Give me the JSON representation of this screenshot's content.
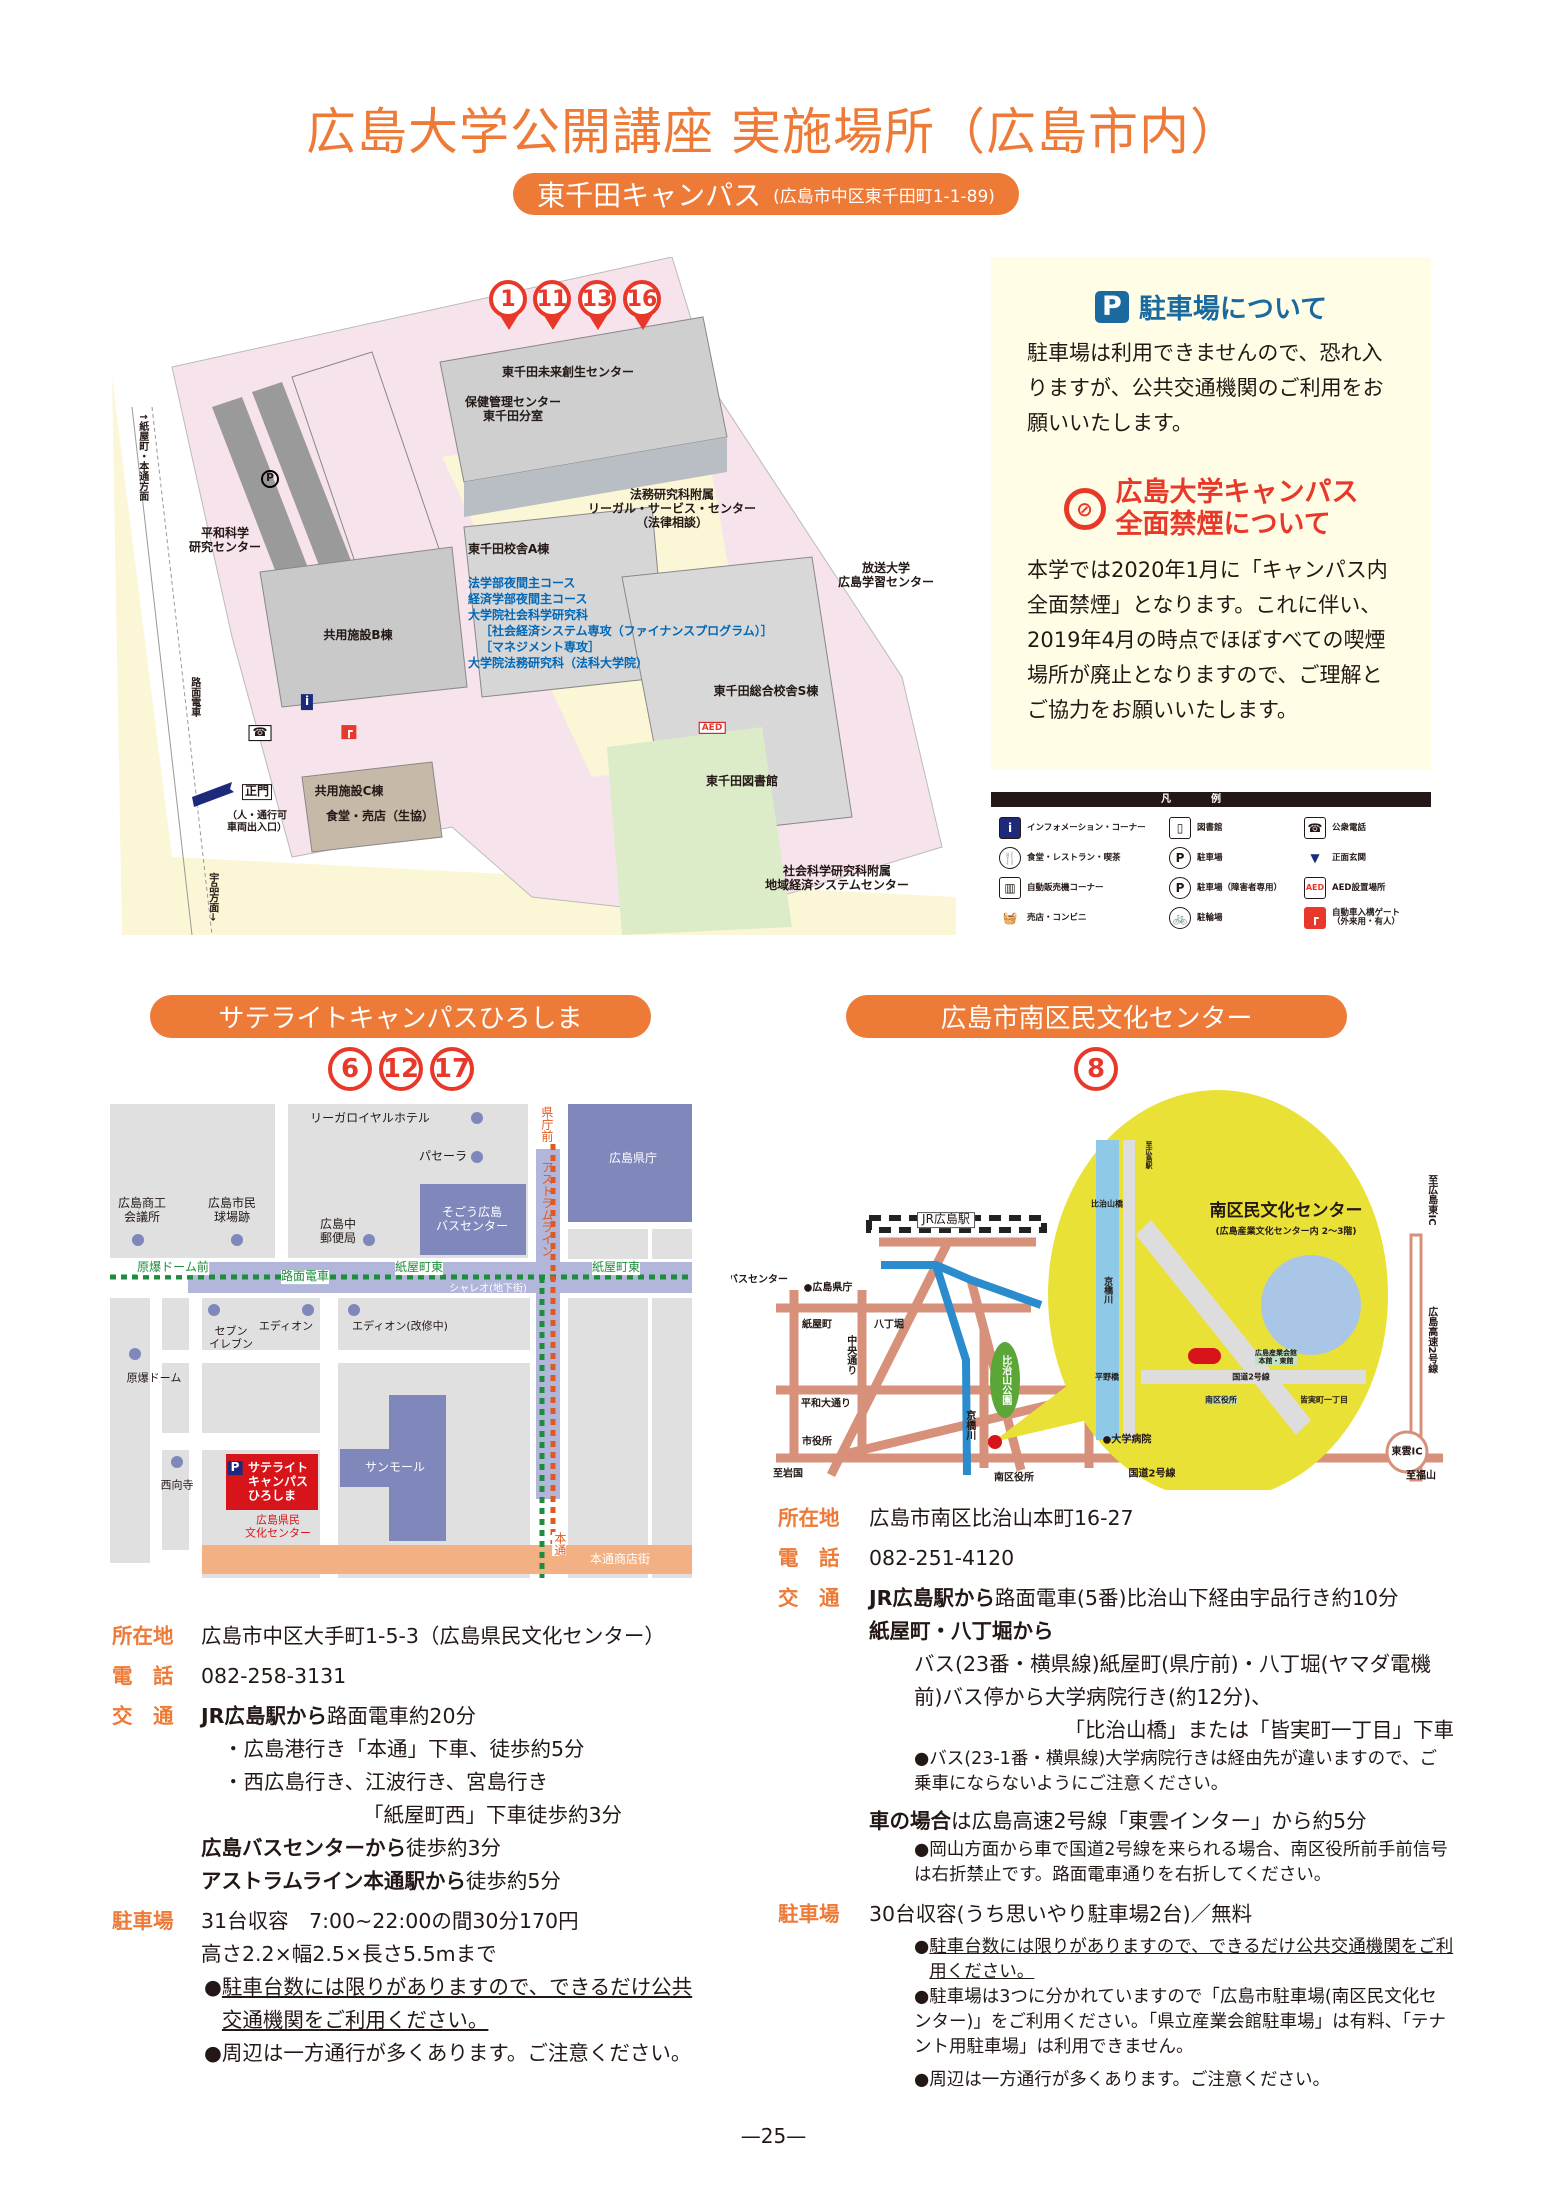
{
  "page_title": "広島大学公開講座 実施場所（広島市内）",
  "colors": {
    "accent": "#ee7a37",
    "pin_red": "#e8382a",
    "parking_blue": "#1a6aa0",
    "info_bg": "#fffde6"
  },
  "higashisenda": {
    "campus_name": "東千田キャンパス",
    "address": "(広島市中区東千田町1-1-89)",
    "pins": [
      "1",
      "11",
      "13",
      "16"
    ],
    "map_labels": {
      "mirai": "東千田未来創生センター",
      "hoken": "保健管理センター\n東千田分室",
      "legal": "法務研究科附属\nリーガル・サービス・センター\n（法律相談）",
      "heiwa": "平和科学\n研究センター",
      "a_building": "東千田校舎A棟",
      "a_courses": [
        "法学部夜間主コース",
        "経済学部夜間主コース",
        "大学院社会科学研究科",
        "［社会経済システム専攻（ファイナンスプログラム）］",
        "［マネジメント専攻］",
        "大学院法務研究科（法科大学院）"
      ],
      "houso": "放送大学\n広島学習センター",
      "b_building": "共用施設B棟",
      "s_building": "東千田総合校舎S棟",
      "library": "東千田図書館",
      "c_building": "共用施設C棟",
      "cafeteria": "食堂・売店（生協）",
      "main_gate": "正門",
      "gate_note": "（人・通行可\n車両出入口）",
      "regional": "社会科学研究科附属\n地域経済システムセンター",
      "road_north": "↑紙屋町・本通方面",
      "road_tram": "路面電車",
      "road_south": "宇品方面→"
    },
    "parking_notice": {
      "icon": "parking-icon",
      "title": "駐車場について",
      "body": "駐車場は利用できませんので、恐れ入りますが、公共交通機関のご利用をお願いいたします。"
    },
    "smoking_notice": {
      "icon": "no-smoking-icon",
      "title_line1": "広島大学キャンパス",
      "title_line2": "全面禁煙について",
      "body": "本学では2020年1月に「キャンパス内全面禁煙」となります。これに伴い、2019年4月の時点でほぼすべての喫煙場所が廃止となりますので、ご理解とご協力をお願いいたします。"
    },
    "legend": {
      "title": "凡例",
      "items": [
        {
          "icon": "information-icon",
          "label": "インフォメーション・コーナー"
        },
        {
          "icon": "library-icon",
          "label": "図書館"
        },
        {
          "icon": "phone-icon",
          "label": "公衆電話"
        },
        {
          "icon": "restaurant-icon",
          "label": "食堂・レストラン・喫茶"
        },
        {
          "icon": "parking-icon",
          "label": "駐車場"
        },
        {
          "icon": "entrance-icon",
          "label": "正面玄関"
        },
        {
          "icon": "vending-machine-icon",
          "label": "自動販売機コーナー"
        },
        {
          "icon": "accessible-parking-icon",
          "label": "駐車場（障害者専用）"
        },
        {
          "icon": "aed-icon",
          "label": "AED設置場所"
        },
        {
          "icon": "shop-icon",
          "label": "売店・コンビニ"
        },
        {
          "icon": "bicycle-parking-icon",
          "label": "駐輪場"
        },
        {
          "icon": "car-gate-icon",
          "label": "自動車入構ゲート\n（外来用・有人）"
        }
      ]
    }
  },
  "satellite": {
    "name": "サテライトキャンパスひろしま",
    "numbers": [
      "6",
      "12",
      "17"
    ],
    "map_labels": {
      "rihga": "リーガロイヤルホテル",
      "pacela": "パセーラ",
      "kencho": "広島県庁",
      "shoko": "広島商工\n会議所",
      "kyujo": "広島市民\n球場跡",
      "post": "広島中\n郵便局",
      "sogo": "そごう広島\nバスセンター",
      "dome_mae": "原爆ドーム前",
      "tram": "路面電車",
      "kamiyacho_e1": "紙屋町東",
      "kamiyacho_e2": "紙屋町東",
      "shareo": "シャレオ(地下街)",
      "kenchomae": "県庁前",
      "astram": "アストラムライン",
      "seven": "セブン\nイレブン",
      "edion": "エディオン",
      "edion2": "エディオン(改修中)",
      "dome": "原爆ドーム",
      "saikoji": "西向寺",
      "satellite": "サテライト\nキャンパス\nひろしま",
      "bunka": "広島県民\n文化センター",
      "sunmall": "サンモール",
      "hondori_st": "本通商店街",
      "hondori_a": "本通",
      "hondori_t": "本通"
    },
    "info": {
      "address_label": "所在地",
      "address": "広島市中区大手町1-5-3（広島県民文化センター）",
      "phone_label": "電　話",
      "phone": "082-258-3131",
      "access_label": "交　通",
      "access_1_bold": "JR広島駅から",
      "access_1": "路面電車約20分",
      "access_1a": "・広島港行き「本通」下車、徒歩約5分",
      "access_1b": "・西広島行き、江波行き、宮島行き",
      "access_1c": "「紙屋町西」下車徒歩約3分",
      "access_2_bold": "広島バスセンターから",
      "access_2": "徒歩約3分",
      "access_3_bold": "アストラムライン本通駅から",
      "access_3": "徒歩約5分",
      "parking_label": "駐車場",
      "parking_1": "31台収容　7:00~22:00の間30分170円",
      "parking_2": "高さ2.2×幅2.5×長さ5.5mまで",
      "parking_note1": "駐車台数には限りがありますので、できるだけ公共交通機関をご利用ください。",
      "parking_note2": "周辺は一方通行が多くあります。ご注意ください。"
    }
  },
  "minami": {
    "name": "広島市南区民文化センター",
    "numbers": [
      "8"
    ],
    "map_labels": {
      "jr": "JR広島駅",
      "buscenter": "バスセンター",
      "kencho": "●広島県庁",
      "kamiyacho": "紙屋町",
      "hatchobori": "八丁堀",
      "chuo": "中央通り",
      "hijiyama_park": "比治山公園",
      "heiwa": "平和大通り",
      "kyobashi": "京橋川",
      "shiyakusho": "市役所",
      "to_iwakuni": "至岩国",
      "ward_office": "南区役所",
      "route2": "国道2号線",
      "hospital": "●大学病院",
      "shinonome": "東雲IC",
      "to_higashi_ic": "至広島東IC",
      "expressway": "広島高速2号線",
      "to_fukuyama": "至福山",
      "center_name": "南区民文化センター",
      "center_sub": "(広島産業文化センター内 2～3階)",
      "inset_kyobashi": "京橋川",
      "inset_hijiyama_bridge": "比治山橋",
      "inset_hirano": "平野橋",
      "inset_route2": "国道2号線",
      "inset_minami_itchome": "皆実町一丁目",
      "inset_ward": "南区役所",
      "inset_sangyo": "広島産業会館\n本館・東館",
      "inset_to_station": "至広島駅"
    },
    "info": {
      "address_label": "所在地",
      "address": "広島市南区比治山本町16-27",
      "phone_label": "電　話",
      "phone": "082-251-4120",
      "access_label": "交　通",
      "access_1_bold": "JR広島駅から",
      "access_1": "路面電車(5番)比治山下経由宇品行き約10分",
      "access_2_bold": "紙屋町・八丁堀から",
      "access_2a": "バス(23番・横県線)紙屋町(県庁前)・八丁堀(ヤマダ電機前)バス停から大学病院行き(約12分)、",
      "access_2b": "「比治山橋」または「皆実町一丁目」下車",
      "access_2_note": "●バス(23-1番・横県線)大学病院行きは経由先が違いますので、ご乗車にならないようにご注意ください。",
      "access_3_bold": "車の場合",
      "access_3": "は広島高速2号線「東雲インター」から約5分",
      "access_3_note": "●岡山方面から車で国道2号線を来られる場合、南区役所前手前信号は右折禁止です。路面電車通りを右折してください。",
      "parking_label": "駐車場",
      "parking_1": "30台収容(うち思いやり駐車場2台)／無料",
      "parking_note1": "駐車台数には限りがありますので、できるだけ公共交通機関をご利用ください。",
      "parking_note2": "●駐車場は3つに分かれていますので「広島市駐車場(南区民文化センター)」をご利用ください。「県立産業会館駐車場」は有料、「テナント用駐車場」は利用できません。",
      "parking_note3": "●周辺は一方通行が多くあります。ご注意ください。"
    }
  },
  "page_number": "—25—"
}
